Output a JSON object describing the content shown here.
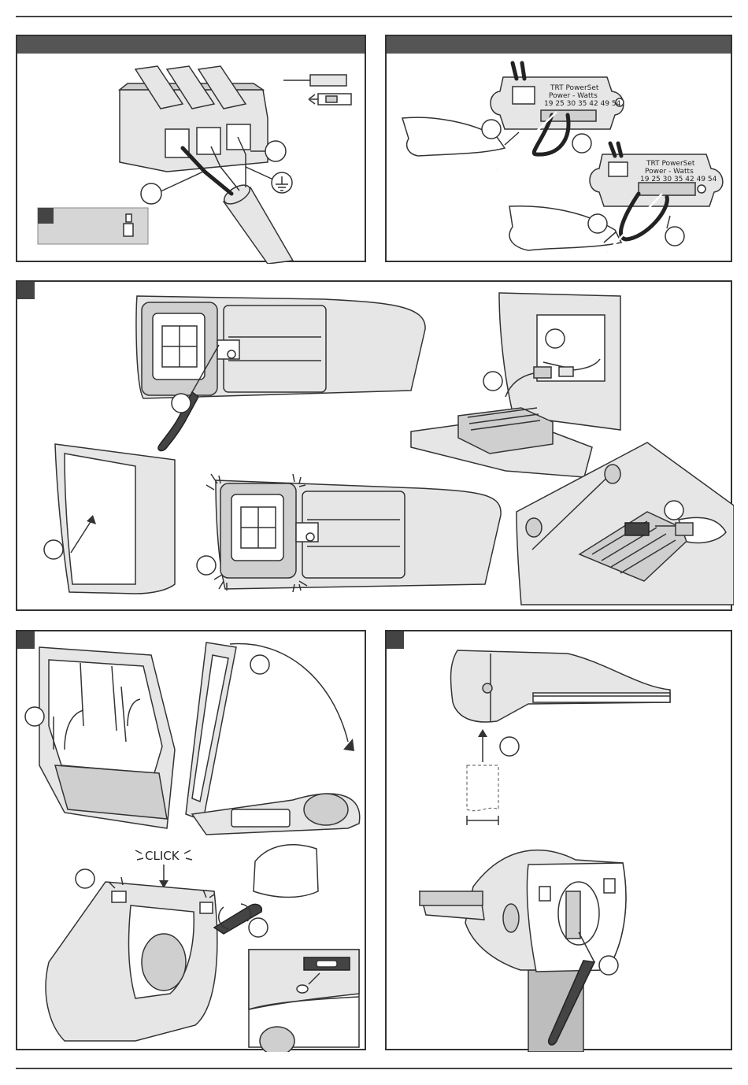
{
  "device_label": {
    "line1": "TRT PowerSet",
    "line2": "Power - Watts",
    "line3": "19 25 30 35 42 49 54"
  },
  "click_text": "CLICK",
  "icons": [
    "ground-symbol-icon",
    "screwdriver-icon",
    "connector-icon",
    "wire-icon"
  ]
}
